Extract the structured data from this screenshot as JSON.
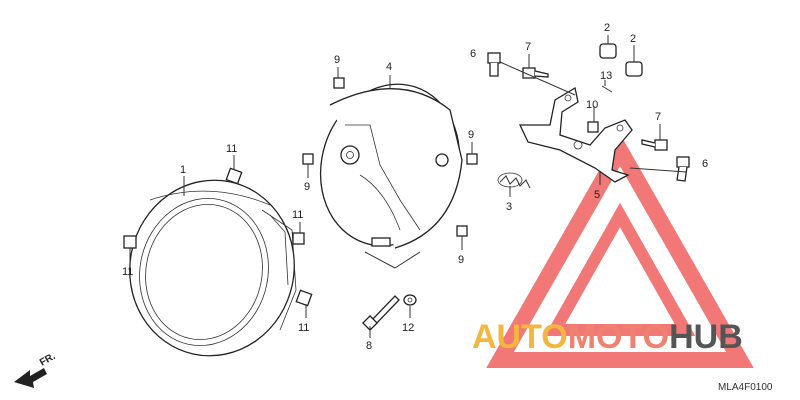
{
  "labels": {
    "headlight_unit": "1",
    "collar_a": "2",
    "collar_b": "2",
    "spring": "3",
    "case": "4",
    "stay": "5",
    "bolt_a": "6",
    "bolt_b": "6",
    "screw_a": "7",
    "screw_b": "7",
    "bolt_long": "8",
    "screw_case_a": "9",
    "screw_case_b": "9",
    "screw_case_c": "9",
    "screw_case_d": "9",
    "nut_stay": "10",
    "clip_a": "11",
    "clip_b": "11",
    "clip_c": "11",
    "clip_d": "11",
    "washer": "12",
    "grommet": "13"
  },
  "direction": "FR.",
  "diagram_code": "MLA4F0100",
  "watermark": {
    "auto": "AUTO",
    "moto": "MOTO",
    "hub": "HUB",
    "color_auto": "#f5b640",
    "color_moto": "#f08070",
    "color_hub": "#555555",
    "triangle_color": "#f06060"
  }
}
